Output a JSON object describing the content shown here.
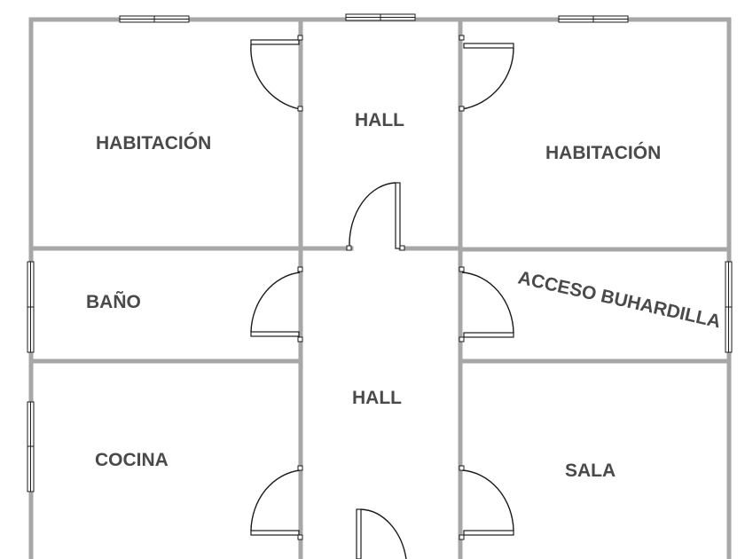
{
  "rooms": {
    "bedroom_left": "HABITACIÓN",
    "hall_top": "HALL",
    "bedroom_right": "HABITACIÓN",
    "bathroom": "BAÑO",
    "attic_access": "ACCESO BUHARDILLA",
    "hall_bottom": "HALL",
    "kitchen": "COCINA",
    "living_room": "SALA"
  },
  "colors": {
    "wall": "#a7a7a7",
    "label": "#4a4a4a",
    "line": "#1a1a1a"
  }
}
